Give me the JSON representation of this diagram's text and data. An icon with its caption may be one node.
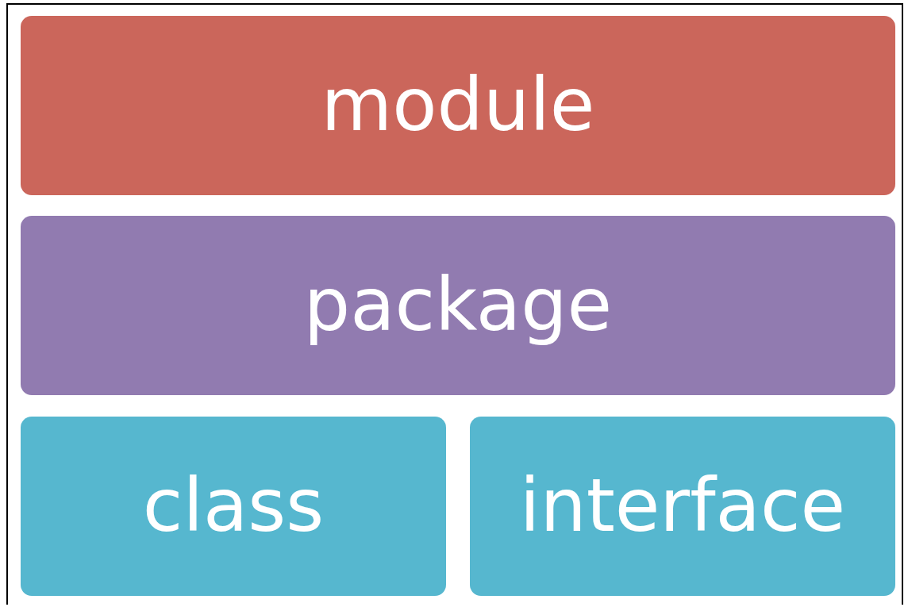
{
  "diagram": {
    "nodes": [
      {
        "text": [
          "module"
        ]
      },
      {
        "text": [
          "package"
        ]
      },
      {
        "text": [
          "class"
        ]
      },
      {
        "text": [
          "interface"
        ]
      }
    ]
  }
}
